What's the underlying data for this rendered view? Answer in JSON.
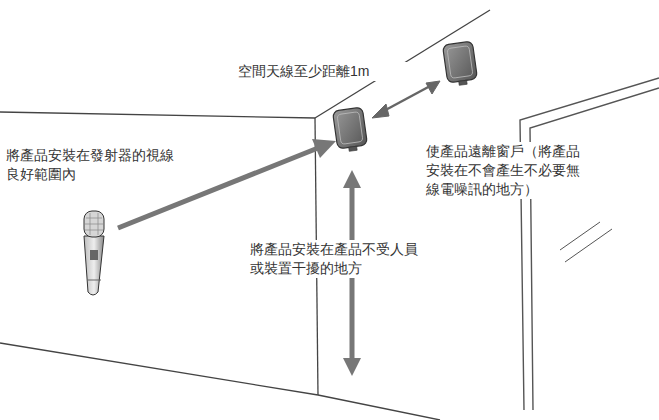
{
  "diagram": {
    "labels": [
      "空間天線至少距離1m",
      "將產品安裝在發射器的視線良好範圍內",
      "使產品遠離窗戶（將產品安裝在不會產生不必要無線電噪訊的地方）",
      "將產品安裝在產品不受人員或裝置干擾的地方"
    ]
  }
}
